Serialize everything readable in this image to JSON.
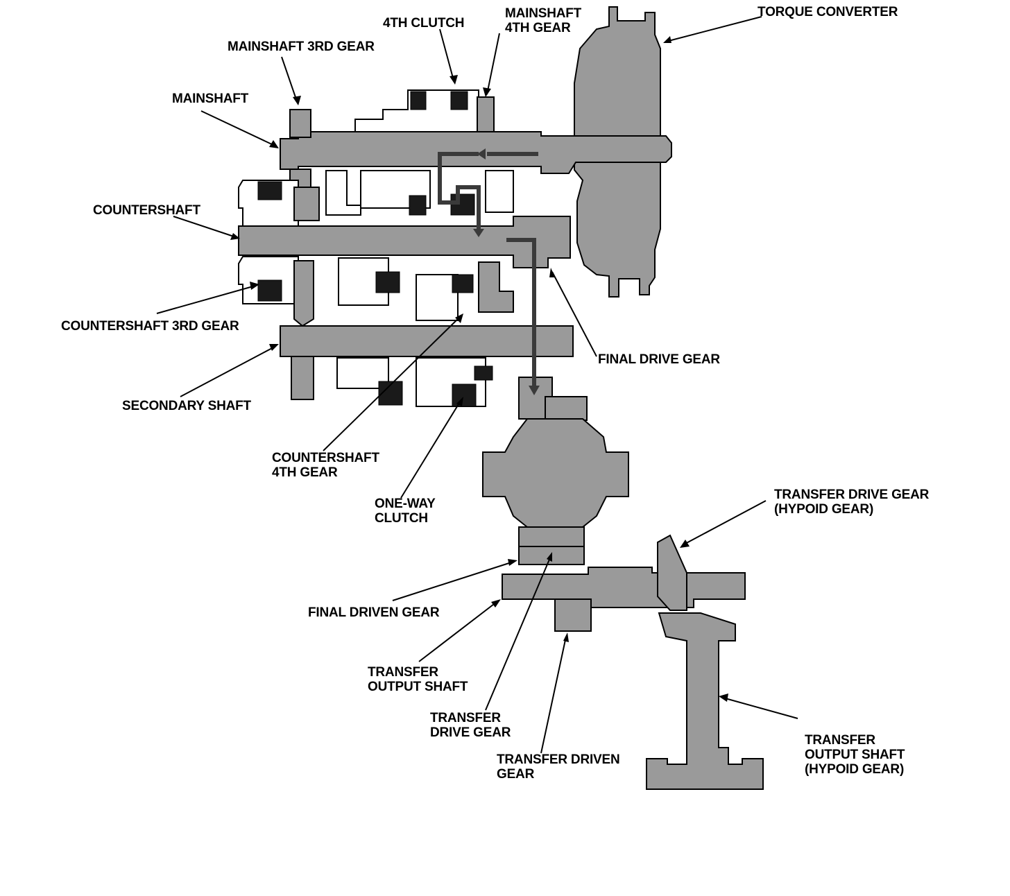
{
  "labels": {
    "torque_converter": "TORQUE CONVERTER",
    "mainshaft_4th_gear": [
      "MAINSHAFT",
      "4TH GEAR"
    ],
    "fourth_clutch": "4TH CLUTCH",
    "mainshaft_3rd_gear": "MAINSHAFT 3RD GEAR",
    "mainshaft": "MAINSHAFT",
    "countershaft": "COUNTERSHAFT",
    "countershaft_3rd_gear": "COUNTERSHAFT 3RD GEAR",
    "final_drive_gear": "FINAL DRIVE GEAR",
    "secondary_shaft": "SECONDARY SHAFT",
    "countershaft_4th_gear": [
      "COUNTERSHAFT",
      "4TH GEAR"
    ],
    "one_way_clutch": [
      "ONE-WAY",
      "CLUTCH"
    ],
    "transfer_drive_gear_hypoid": [
      "TRANSFER DRIVE GEAR",
      "(HYPOID GEAR)"
    ],
    "final_driven_gear": "FINAL DRIVEN GEAR",
    "transfer_output_shaft": [
      "TRANSFER",
      "OUTPUT SHAFT"
    ],
    "transfer_drive_gear": [
      "TRANSFER",
      "DRIVE GEAR"
    ],
    "transfer_driven_gear": [
      "TRANSFER DRIVEN",
      "GEAR"
    ],
    "transfer_output_shaft_hypoid": [
      "TRANSFER",
      "OUTPUT SHAFT",
      "(HYPOID GEAR)"
    ]
  }
}
